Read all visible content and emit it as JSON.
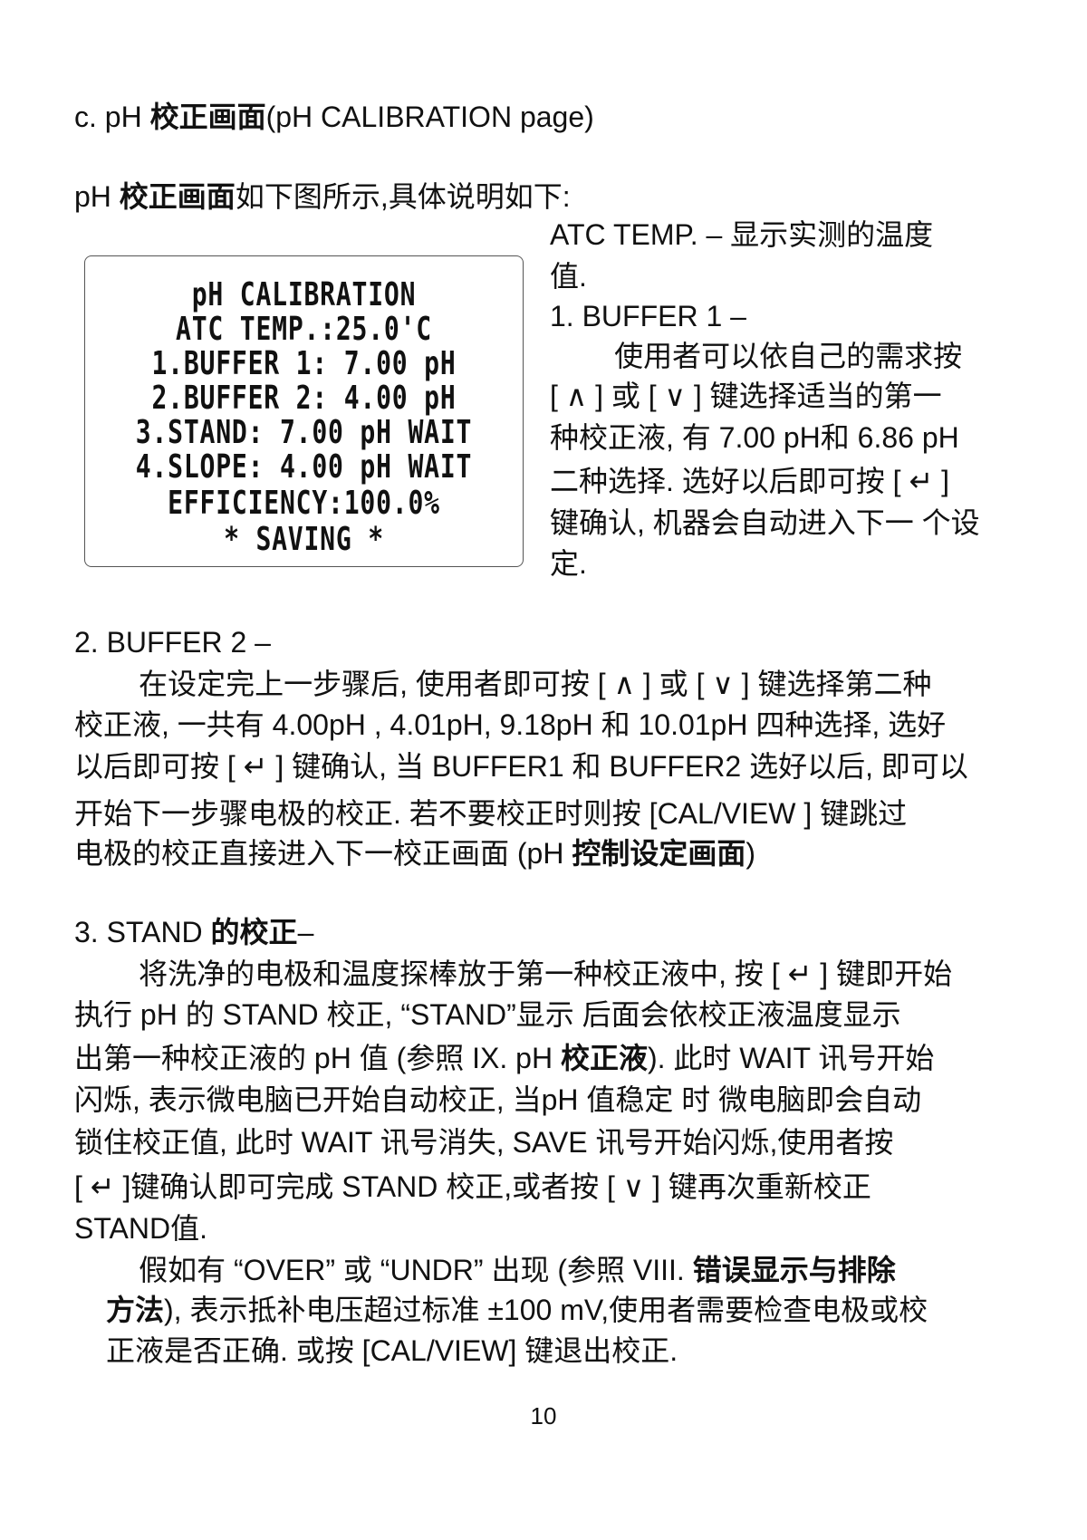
{
  "heading": {
    "prefix": "c. pH ",
    "bold": "校正画面",
    "suffix": "(pH CALIBRATION page)"
  },
  "intro": {
    "prefix": "pH ",
    "bold": "校正画面",
    "suffix": "如下图所示,具体说明如下:"
  },
  "lcd": [
    "pH CALIBRATION",
    "ATC TEMP.:25.0'C",
    "1.BUFFER 1: 7.00 pH",
    "2.BUFFER 2: 4.00 pH",
    "3.STAND: 7.00 pH WAIT",
    "4.SLOPE: 4.00 pH WAIT",
    "EFFICIENCY:100.0%",
    "* SAVING *"
  ],
  "right": [
    "ATC TEMP. –  显示实测的温度",
    "值.",
    "1. BUFFER 1 –",
    "        使用者可以依自己的需求按",
    "[ ∧ ] 或 [ ∨ ] 键选择适当的第一",
    "种校正液, 有 7.00 pH和  6.86  pH",
    "二种选择. 选好以后即可按  [ ↵ ]",
    "键确认, 机器会自动进入下一 个设",
    "定."
  ],
  "buffer2": {
    "title": "2. BUFFER 2 –",
    "lines": [
      "        在设定完上一步骤后, 使用者即可按 [ ∧ ] 或 [ ∨ ] 键选择第二种",
      "校正液, 一共有 4.00pH , 4.01pH,  9.18pH 和 10.01pH 四种选择, 选好",
      "以后即可按 [ ↵ ] 键确认, 当 BUFFER1 和 BUFFER2 选好以后, 即可以",
      "开始下一步骤电极的校正. 若不要校正时则按  [CAL/VIEW  ] 键跳过"
    ],
    "last_prefix": "电极的校正直接进入下一校正画面 (pH ",
    "last_bold": "控制设定画面",
    "last_suffix": ")"
  },
  "stand": {
    "title_prefix": "3. STAND ",
    "title_bold": "的校正",
    "title_suffix": "–",
    "lines": [
      "        将洗净的电极和温度探棒放于第一种校正液中, 按 [ ↵ ] 键即开始",
      "执行 pH 的 STAND 校正,  “STAND”显示 后面会依校正液温度显示"
    ],
    "l3_prefix": "出第一种校正液的 pH 值 (参照 IX. pH ",
    "l3_bold": "校正液",
    "l3_suffix": "). 此时 WAIT 讯号开始",
    "lines2": [
      "闪烁, 表示微电脑已开始自动校正, 当pH 值稳定 时  微电脑即会自动",
      "锁住校正值, 此时 WAIT 讯号消失, SAVE 讯号开始闪烁,使用者按",
      "[ ↵ ]键确认即可完成 STAND 校正,或者按 [ ∨ ] 键再次重新校正",
      "STAND值."
    ],
    "p2_prefix": "        假如有 “OVER” 或 “UNDR” 出现 (参照 VIII. ",
    "p2_bold": "错误显示与排除",
    "p2_l2_bold": "方法",
    "p2_l2_suffix": "), 表示抵补电压超过标准 ±100 mV,使用者需要检查电极或校",
    "p2_l3": "正液是否正确. 或按 [CAL/VIEW] 键退出校正."
  },
  "page_number": "10"
}
